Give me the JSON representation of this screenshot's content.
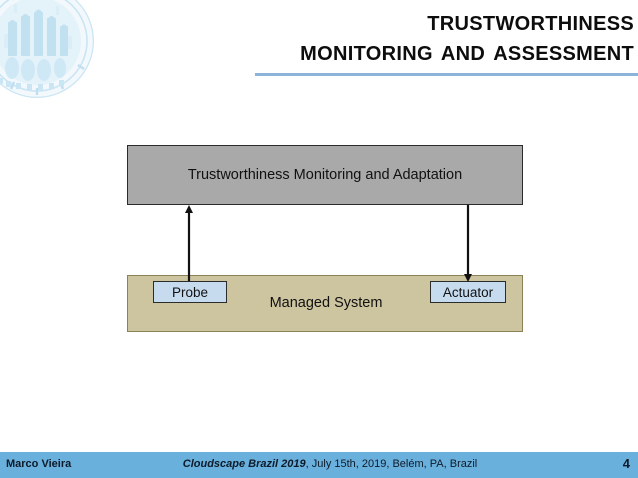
{
  "slide": {
    "title_line_1": "Trustworthiness",
    "title_line_2": "Monitoring and Assessment",
    "accent_color": "#8db4d8",
    "footer_bar_color": "#6ab0dd"
  },
  "watermark": {
    "name": "university-seal-watermark",
    "color": "#bcdcf0"
  },
  "diagram": {
    "monitor_box": {
      "label": "Trustworthiness Monitoring and Adaptation",
      "fill": "#a9a9a9",
      "border": "#2b2b2b"
    },
    "managed_box": {
      "label": "Managed System",
      "fill": "#cdc4a0",
      "border": "#8b8257"
    },
    "probe_box": {
      "label": "Probe",
      "fill": "#c7dbef",
      "border": "#2b2b2b"
    },
    "actuator_box": {
      "label": "Actuator",
      "fill": "#c7dbef",
      "border": "#2b2b2b"
    },
    "arrows": [
      {
        "name": "probe-to-monitor-arrow",
        "direction": "up"
      },
      {
        "name": "monitor-to-actuator-arrow",
        "direction": "down"
      }
    ]
  },
  "footer": {
    "presenter": "Marco Vieira",
    "conference": "Cloudscape Brazil 2019",
    "details": ", July 15th, 2019, Belém, PA, Brazil",
    "page_number": "4"
  }
}
